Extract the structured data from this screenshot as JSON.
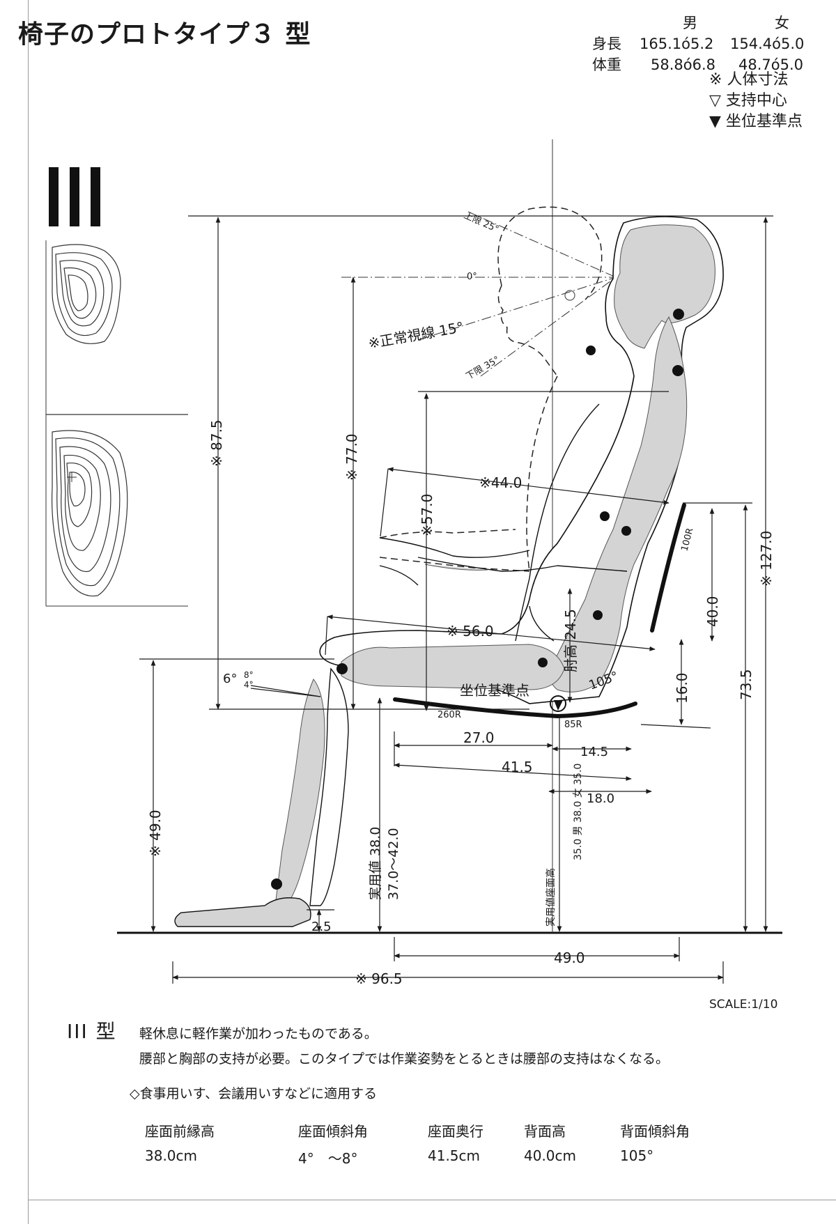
{
  "title": "椅子のプロトタイプ３ 型",
  "stats": {
    "header_male": "男",
    "header_female": "女",
    "height_label": "身長",
    "height_male": "165.1ó5.2",
    "height_female": "154.4ó5.0",
    "weight_label": "体重",
    "weight_male": "58.8ó6.8",
    "weight_female": "48.7ó5.0"
  },
  "legend": {
    "items": [
      {
        "icon": "reference-mark-icon",
        "symbol": "※",
        "label": "人体寸法"
      },
      {
        "icon": "triangle-down-icon",
        "symbol": "▽",
        "label": "支持中心"
      },
      {
        "icon": "circle-triangle-icon",
        "symbol": "▼",
        "label": "坐位基準点"
      }
    ]
  },
  "diagram": {
    "angle_up": "上限 25°",
    "angle_zero": "0°",
    "angle_down": "下限 35°",
    "sight_line": "※正常視線 15°",
    "dim_875": "※ 87.5",
    "dim_770": "※ 77.0",
    "dim_570": "※57.0",
    "dim_440": "※44.0",
    "dim_560": "※ 56.0",
    "dim_elbow": "肘高 24.5",
    "dim_400": "40.0",
    "dim_1270": "※ 127.0",
    "dim_735": "73.5",
    "dim_160": "16.0",
    "angle_105": "105°",
    "r100": "100R",
    "r260": "260R",
    "r85": "85R",
    "seat_ref": "坐位基準点",
    "angle_6": "6°",
    "angle_8": "8°",
    "angle_4": "4°",
    "dim_270": "27.0",
    "dim_145": "14.5",
    "dim_415": "41.5",
    "dim_180": "18.0",
    "dim_490_left": "※ 49.0",
    "practical_label": "実用値 38.0",
    "practical_range": "37.0～42.0",
    "seat_height_label": "実用値座面高",
    "seat_height_vals": "35.0 男 38.0 女 35.0",
    "dim_25": "2.5",
    "dim_490_bottom": "49.0",
    "dim_965": "※ 96.5"
  },
  "scale": "SCALE:1/10",
  "type_label": "III 型",
  "description": [
    "軽休息に軽作業が加わったものである。",
    "腰部と胸部の支持が必要。このタイプでは作業姿勢をとるときは腰部の支持はなくなる。"
  ],
  "application": "◇食事用いす、会議用いすなどに適用する",
  "specs": [
    {
      "key": "座面前縁高",
      "value": "38.0cm"
    },
    {
      "key": "座面傾斜角",
      "value": "4°　～8°"
    },
    {
      "key": "座面奥行",
      "value": "41.5cm"
    },
    {
      "key": "背面高",
      "value": "40.0cm"
    },
    {
      "key": "背面傾斜角",
      "value": "105°"
    }
  ],
  "colors": {
    "skeleton_fill": "#d4d4d4",
    "ink": "#1a1a1a"
  }
}
